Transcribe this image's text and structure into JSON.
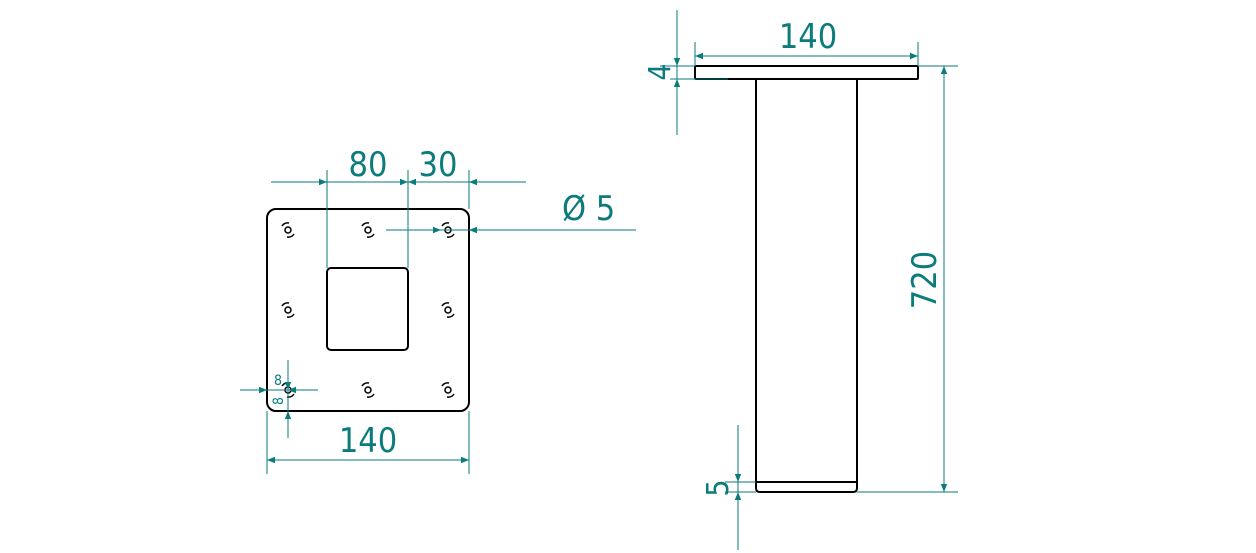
{
  "colors": {
    "dimension": "#0b7b7b",
    "outline": "#000000"
  },
  "top_view": {
    "dims": {
      "hole_spacing": "80",
      "edge_offset": "30",
      "hole_diameter": "Ø 5",
      "width": "140",
      "hole_offset_x": "8",
      "hole_offset_y": "8"
    }
  },
  "side_view": {
    "dims": {
      "flange_width": "140",
      "flange_thickness": "4",
      "height": "720",
      "base_thickness": "5"
    }
  }
}
